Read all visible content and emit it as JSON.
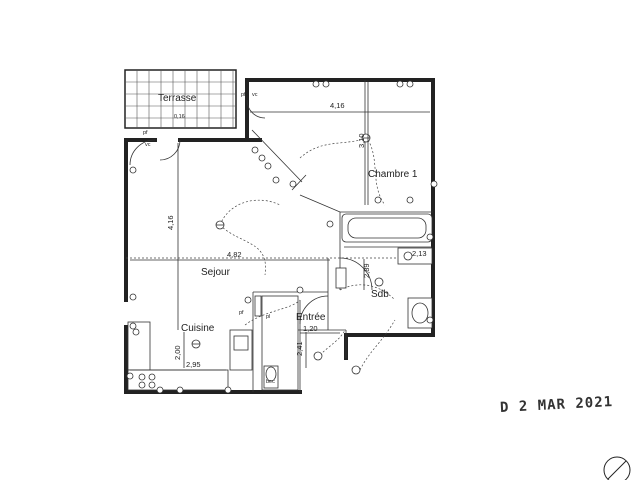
{
  "rooms": {
    "terrasse": "Terrasse",
    "chambre": "Chambre 1",
    "sejour": "Sejour",
    "sdb": "Sdb",
    "cuisine": "Cuisine",
    "entree": "Entrée",
    "bec": "bec"
  },
  "dimensions": {
    "chambre_width": "4,16",
    "chambre_depth": "3,10",
    "sejour_width": "4,82",
    "sejour_depth": "4,16",
    "sdb_width": "2,13",
    "sdb_depth": "2,89",
    "entree_width": "1,20",
    "entree_depth": "2,41",
    "cuisine_width": "2,95",
    "cuisine_depth": "2,00",
    "terrasse_level": "0,16"
  },
  "marks": {
    "placard": "pf",
    "placard2": "pl",
    "vc": "vc"
  },
  "stamp": "D 2 MAR 2021"
}
